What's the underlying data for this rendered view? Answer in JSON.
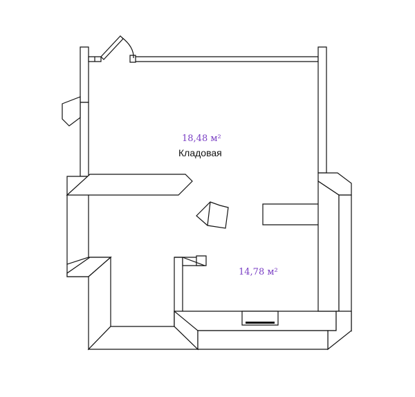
{
  "plan": {
    "rooms": [
      {
        "area": "18,48 м²",
        "name": "Кладовая"
      },
      {
        "area": "14,78 м²",
        "name": ""
      }
    ]
  },
  "colors": {
    "area_text": "#7a3fc4",
    "wall_stroke": "#111111",
    "background": "#ffffff"
  }
}
